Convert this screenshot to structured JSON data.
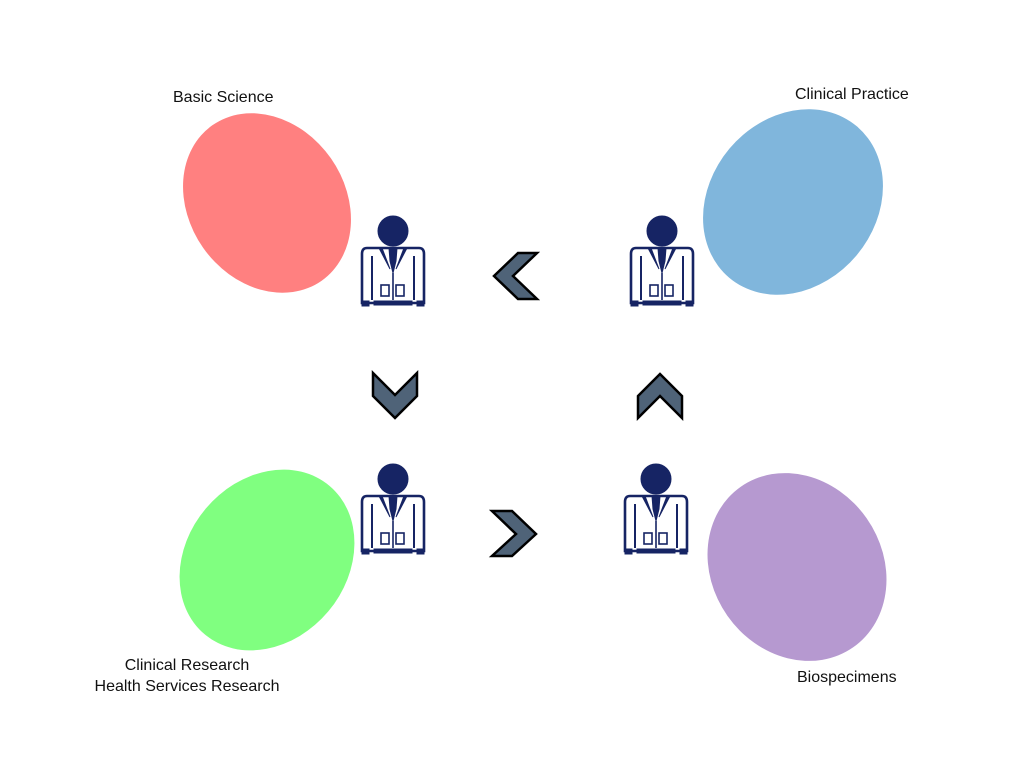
{
  "labels": {
    "basic_science": "Basic Science",
    "clinical_practice": "Clinical Practice",
    "clinical_research": "Clinical Research",
    "health_services_research": "Health Services Research",
    "biospecimens": "Biospecimens"
  },
  "colors": {
    "basic_science": "#ff8080",
    "clinical_practice": "#80b6dc",
    "clinical_research": "#80ff80",
    "biospecimens": "#b699d0",
    "figure_navy": "#162464",
    "arrow_fill": "#4f6378",
    "arrow_stroke": "#000000"
  },
  "icons": {
    "doctor": "doctor-icon",
    "arrow_left": "chevron-left-icon",
    "arrow_right": "chevron-right-icon",
    "arrow_up": "chevron-up-icon",
    "arrow_down": "chevron-down-icon"
  }
}
